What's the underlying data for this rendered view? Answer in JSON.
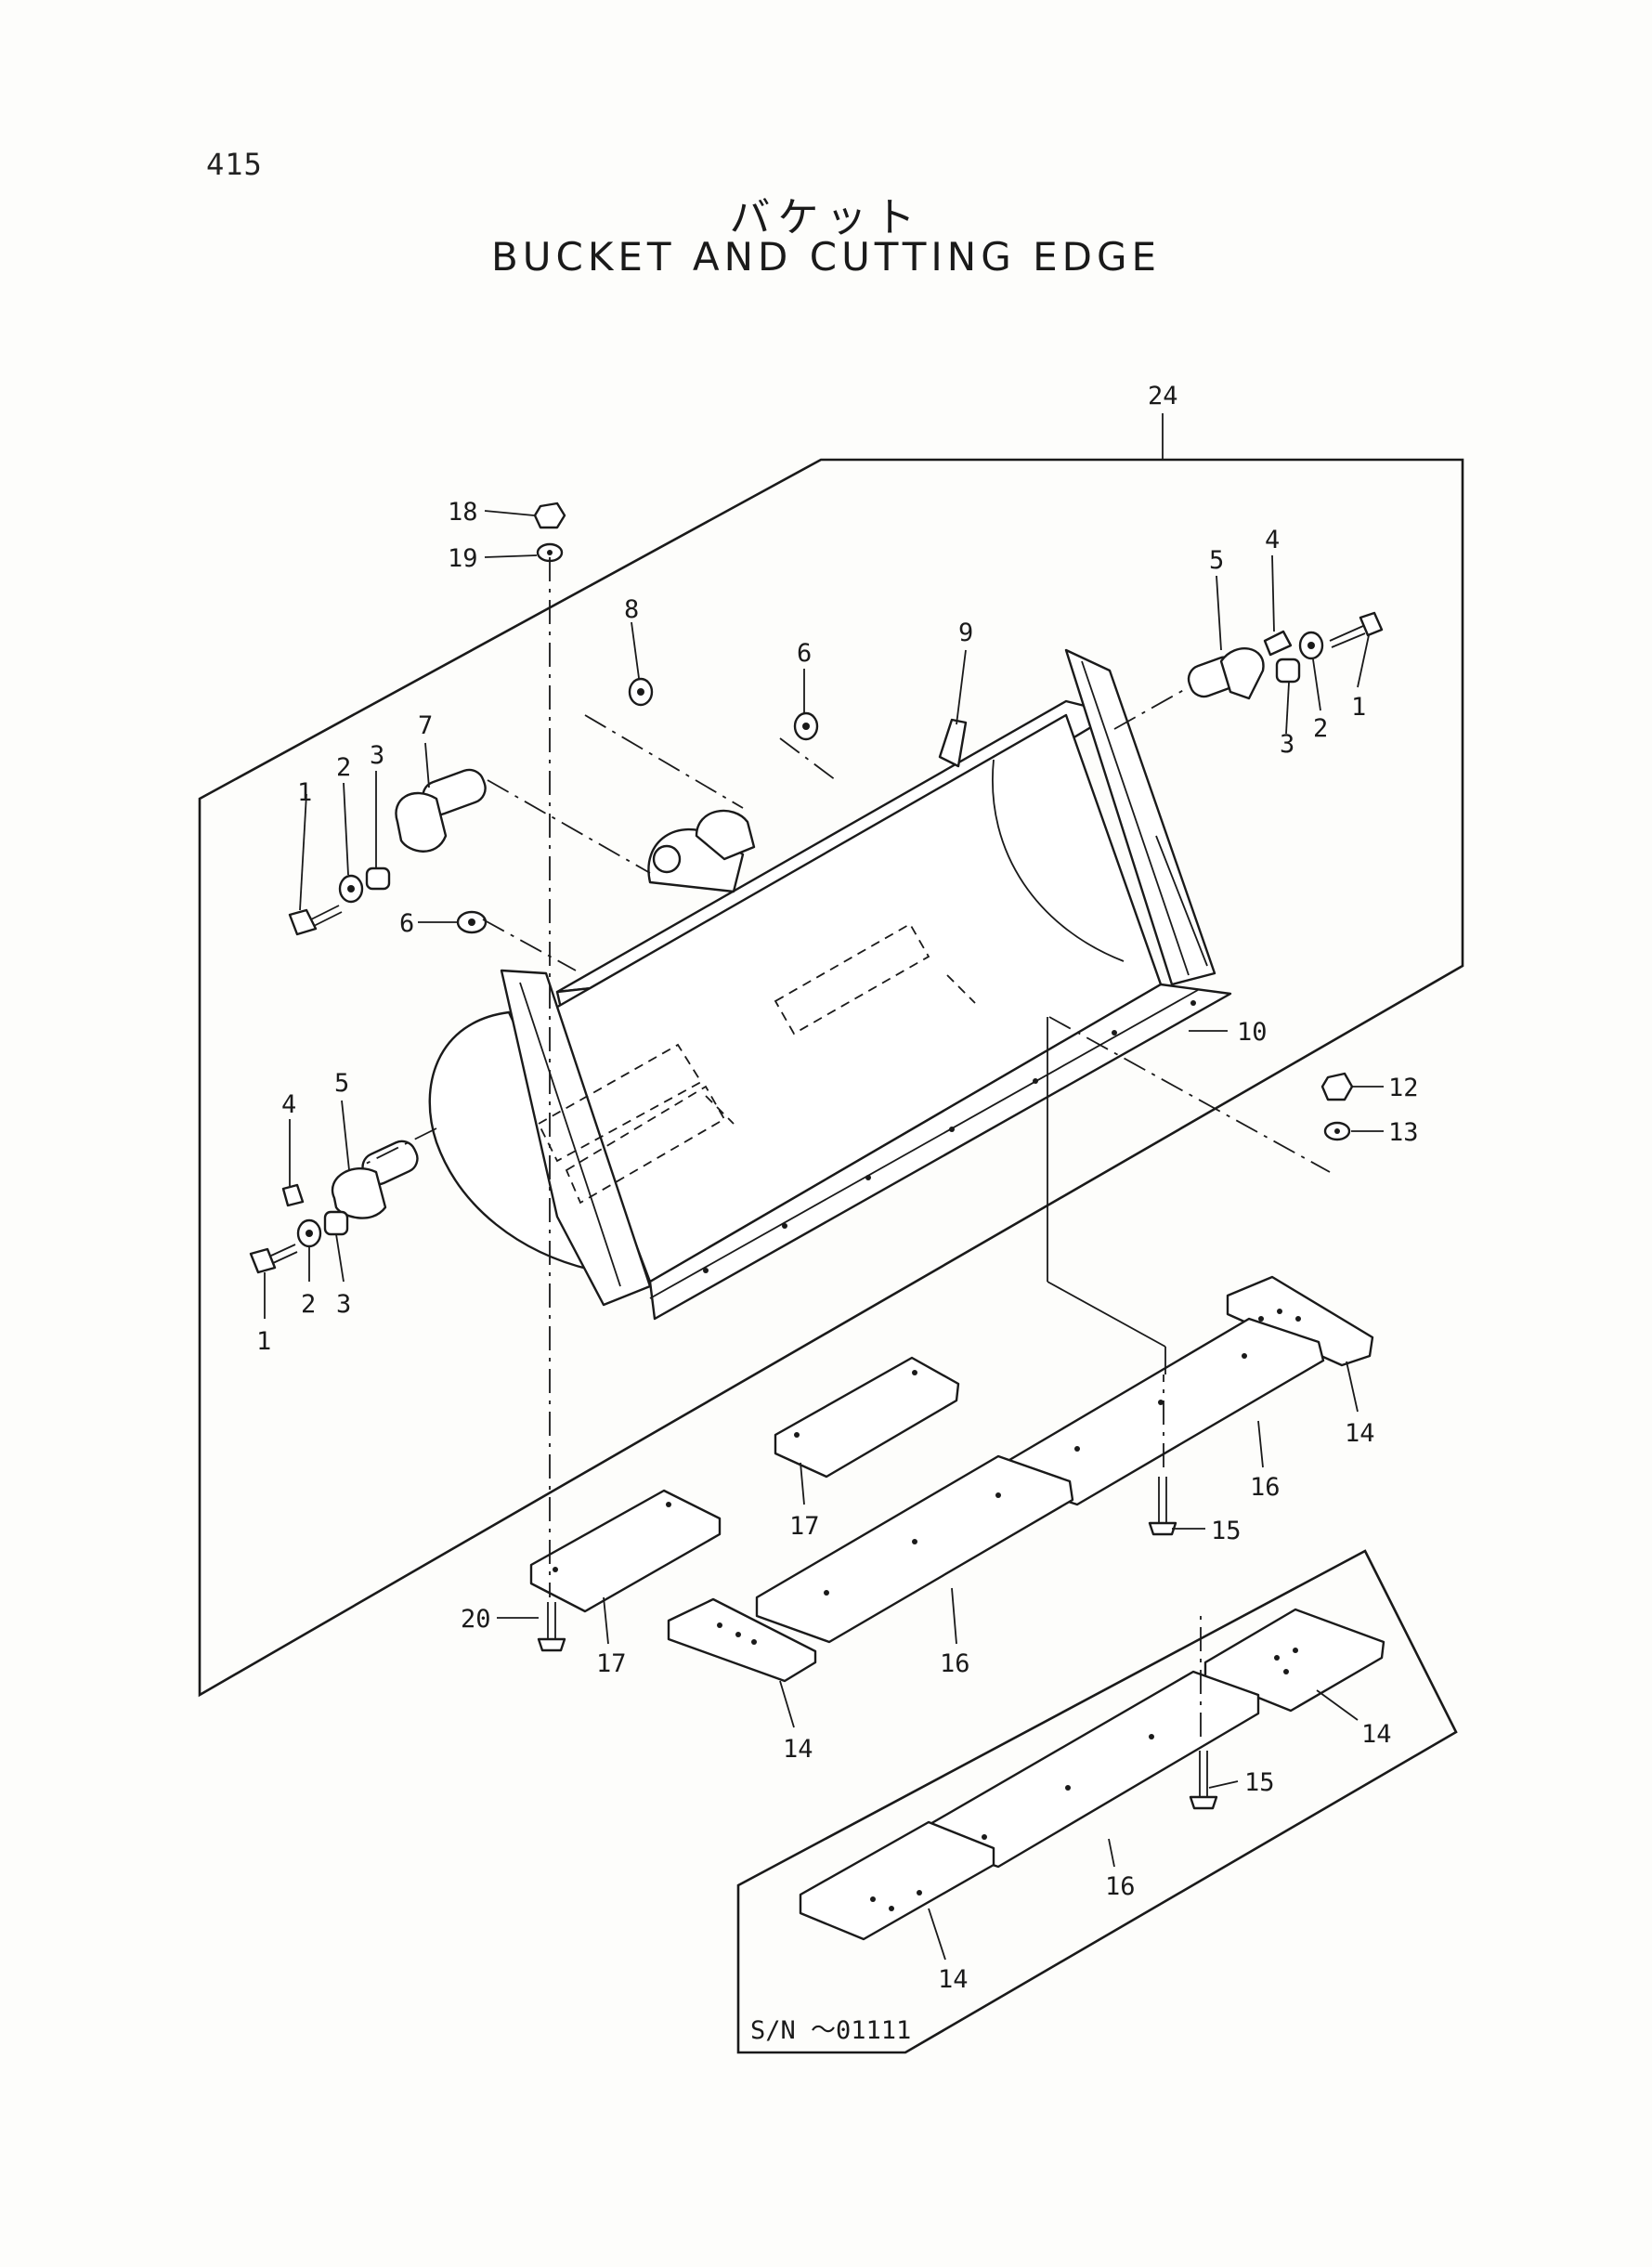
{
  "page_number": "415",
  "title_jp": "バケット",
  "title_en": "BUCKET AND CUTTING EDGE",
  "serial_note": "S/N ～01111",
  "callouts": {
    "c24": "24",
    "c18": "18",
    "c19": "19",
    "c8": "8",
    "c6a": "6",
    "c9": "9",
    "c5a": "5",
    "c4a": "4",
    "c1a": "1",
    "c2a": "2",
    "c3a": "3",
    "c7": "7",
    "c3b": "3",
    "c2b": "2",
    "c1b": "1",
    "c6b": "6",
    "c10": "10",
    "c12": "12",
    "c13": "13",
    "c5b": "5",
    "c4b": "4",
    "c1c": "1",
    "c2c": "2",
    "c3c": "3",
    "c14a": "14",
    "c16a": "16",
    "c15a": "15",
    "c17a": "17",
    "c20": "20",
    "c17b": "17",
    "c16b": "16",
    "c14b": "14",
    "c14c": "14",
    "c15b": "15",
    "c16c": "16",
    "c14d": "14"
  }
}
